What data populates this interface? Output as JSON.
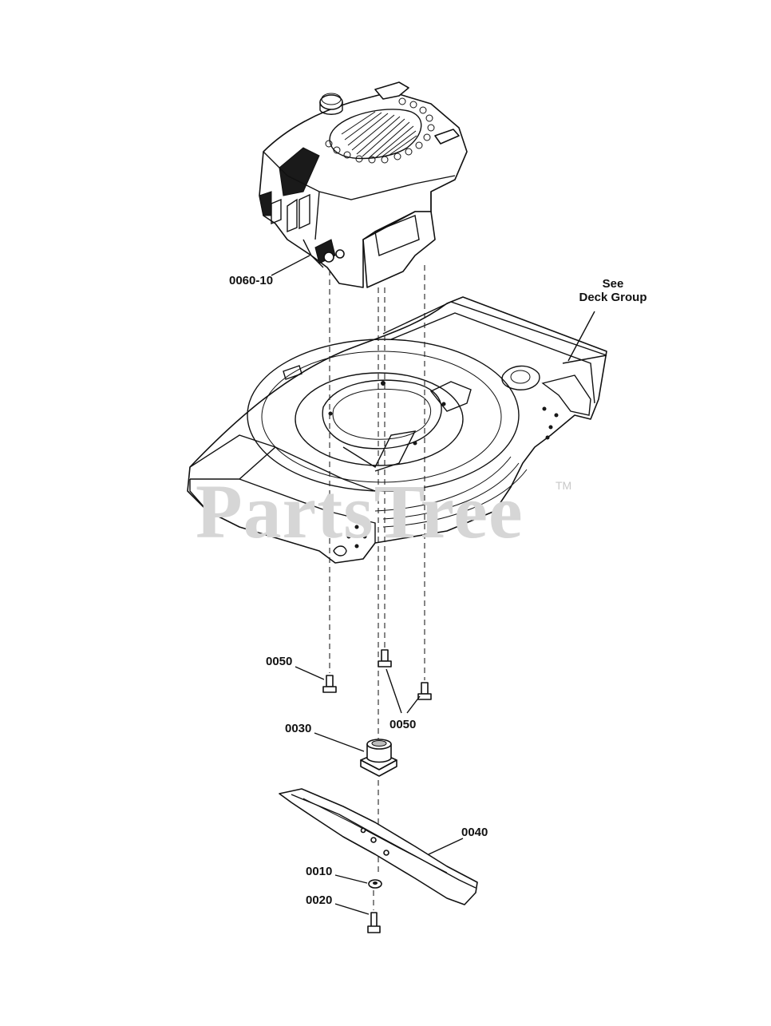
{
  "watermark": {
    "text": "PartsTree",
    "trademark": "TM"
  },
  "callouts": [
    {
      "id": "c-0060-10",
      "text": "0060-10"
    },
    {
      "id": "c-deck",
      "text": "See Deck Group"
    },
    {
      "id": "c-0050-left",
      "text": "0050"
    },
    {
      "id": "c-0050-right",
      "text": "0050"
    },
    {
      "id": "c-0030",
      "text": "0030"
    },
    {
      "id": "c-0040",
      "text": "0040"
    },
    {
      "id": "c-0010",
      "text": "0010"
    },
    {
      "id": "c-0020",
      "text": "0020"
    }
  ],
  "deck_label": {
    "line1": "See",
    "line2": "Deck Group"
  },
  "colors": {
    "ink": "#111111",
    "watermark": "#d6d6d6",
    "background": "#ffffff"
  }
}
